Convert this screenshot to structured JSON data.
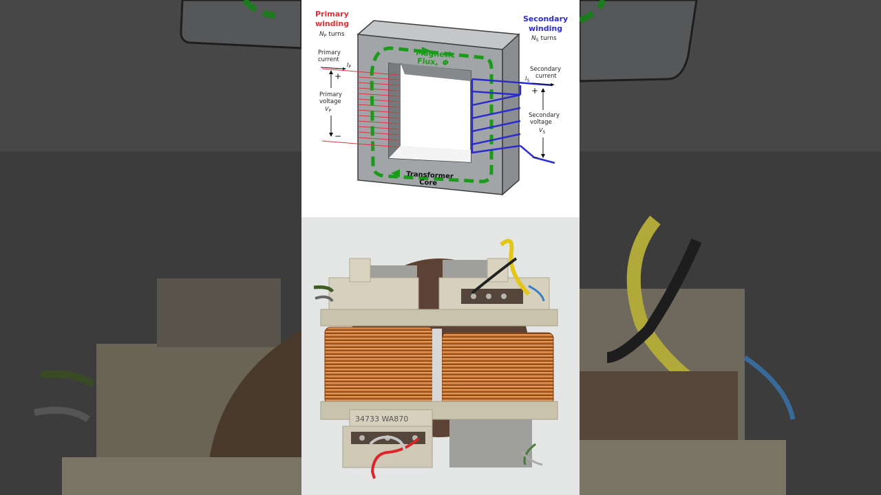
{
  "diagram": {
    "primary_title_line1": "Primary",
    "primary_title_line2": "winding",
    "primary_turns": "N",
    "primary_turns_sub": "P",
    "primary_turns_word": "turns",
    "primary_current_line1": "Primary",
    "primary_current_line2": "current",
    "primary_current_symbol": "I",
    "primary_current_sub": "P",
    "primary_voltage_line1": "Primary",
    "primary_voltage_line2": "voltage",
    "primary_voltage_symbol": "V",
    "primary_voltage_sub": "P",
    "plus": "+",
    "minus": "−",
    "flux_line1": "Magnetic",
    "flux_line2": "Flux,",
    "flux_symbol": "Φ",
    "core_line1": "Transformer",
    "core_line2": "Core",
    "secondary_title_line1": "Secondary",
    "secondary_title_line2": "winding",
    "secondary_turns": "N",
    "secondary_turns_sub": "S",
    "secondary_turns_word": "turns",
    "secondary_current_line1": "Secondary",
    "secondary_current_line2": "current",
    "secondary_current_symbol": "I",
    "secondary_current_sub": "S",
    "secondary_voltage_line1": "Secondary",
    "secondary_voltage_line2": "voltage",
    "secondary_voltage_symbol": "V",
    "secondary_voltage_sub": "S"
  },
  "photo": {
    "label_text": "34733 WA870"
  },
  "colors": {
    "primary": "#d9343a",
    "secondary": "#2c2ccc",
    "flux": "#1a9c1a",
    "core": "#9ea1a4",
    "copper": "#c8702a"
  }
}
